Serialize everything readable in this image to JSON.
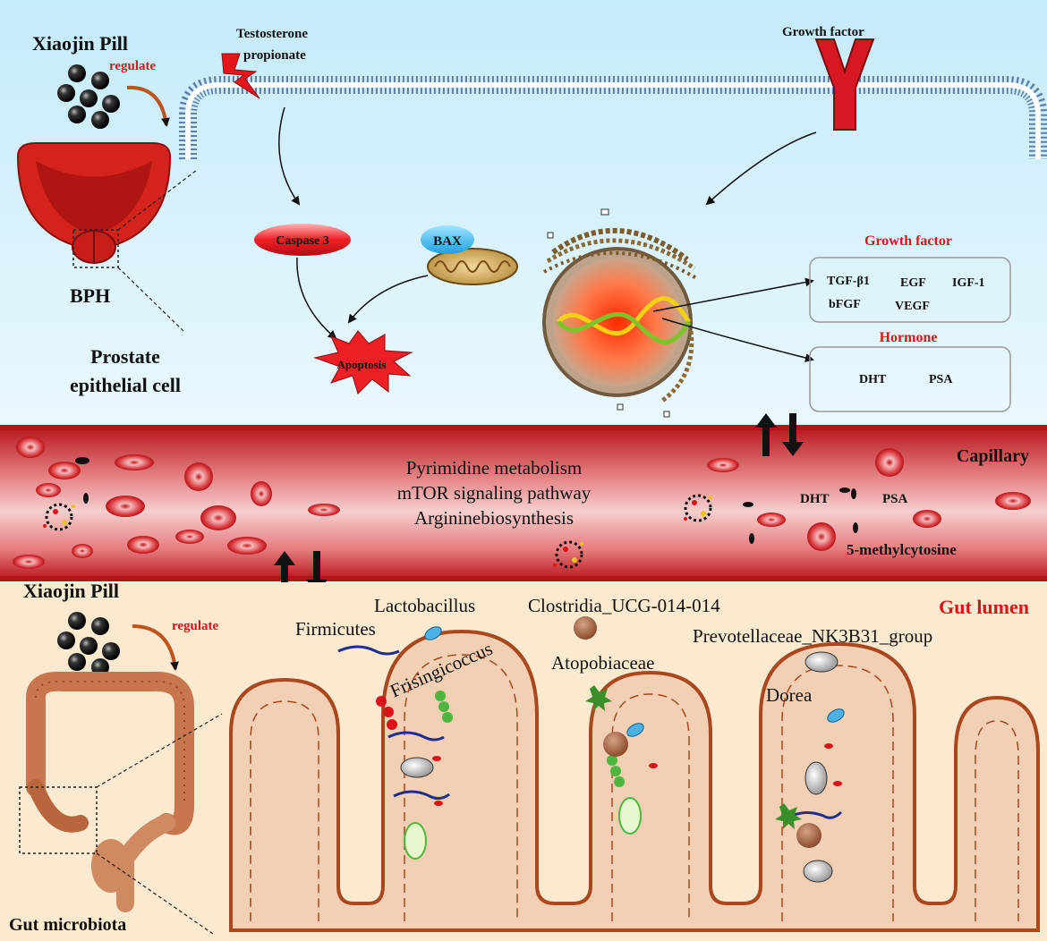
{
  "top": {
    "xiaojin_pill": "Xiaojin Pill",
    "regulate": "regulate",
    "testosterone_line1": "Testosterone",
    "testosterone_line2": "propionate",
    "growth_factor_receptor": "Growth factor",
    "bph": "BPH",
    "prostate_line1": "Prostate",
    "prostate_line2": "epithelial cell",
    "caspase": "Caspase 3",
    "bax": "BAX",
    "apoptosis": "Apoptosis",
    "growth_factor_title": "Growth factor",
    "gf_items": [
      "TGF-β1",
      "EGF",
      "IGF-1",
      "bFGF",
      "VEGF"
    ],
    "hormone_title": "Hormone",
    "hormone_items": [
      "DHT",
      "PSA"
    ]
  },
  "capillary": {
    "title": "Capillary",
    "pathways": [
      "Pyrimidine metabolism",
      "mTOR signaling pathway",
      "Argininebiosynthesis"
    ],
    "dht": "DHT",
    "psa": "PSA",
    "methyl": "5-methylcytosine"
  },
  "gut": {
    "xiaojin_pill": "Xiaojin Pill",
    "regulate": "regulate",
    "title": "Gut  lumen",
    "microbiota": "Gut microbiota",
    "taxa": {
      "lactobacillus": "Lactobacillus",
      "firmicutes": "Firmicutes",
      "frisingicoccus": "Frisingicoccus",
      "clostridia": "Clostridia_UCG-014-014",
      "atopobiaceae": "Atopobiaceae",
      "prevotellaceae": "Prevotellaceae_NK3B31_group",
      "dorea": "Dorea"
    }
  },
  "colors": {
    "sky_top": "#cfeefc",
    "capillary_red": "#c81e24",
    "gut_bg": "#fbe9cc",
    "villus_fill": "#f6d1b5",
    "villus_stroke": "#a9471e",
    "accent_red": "#e0101a"
  }
}
